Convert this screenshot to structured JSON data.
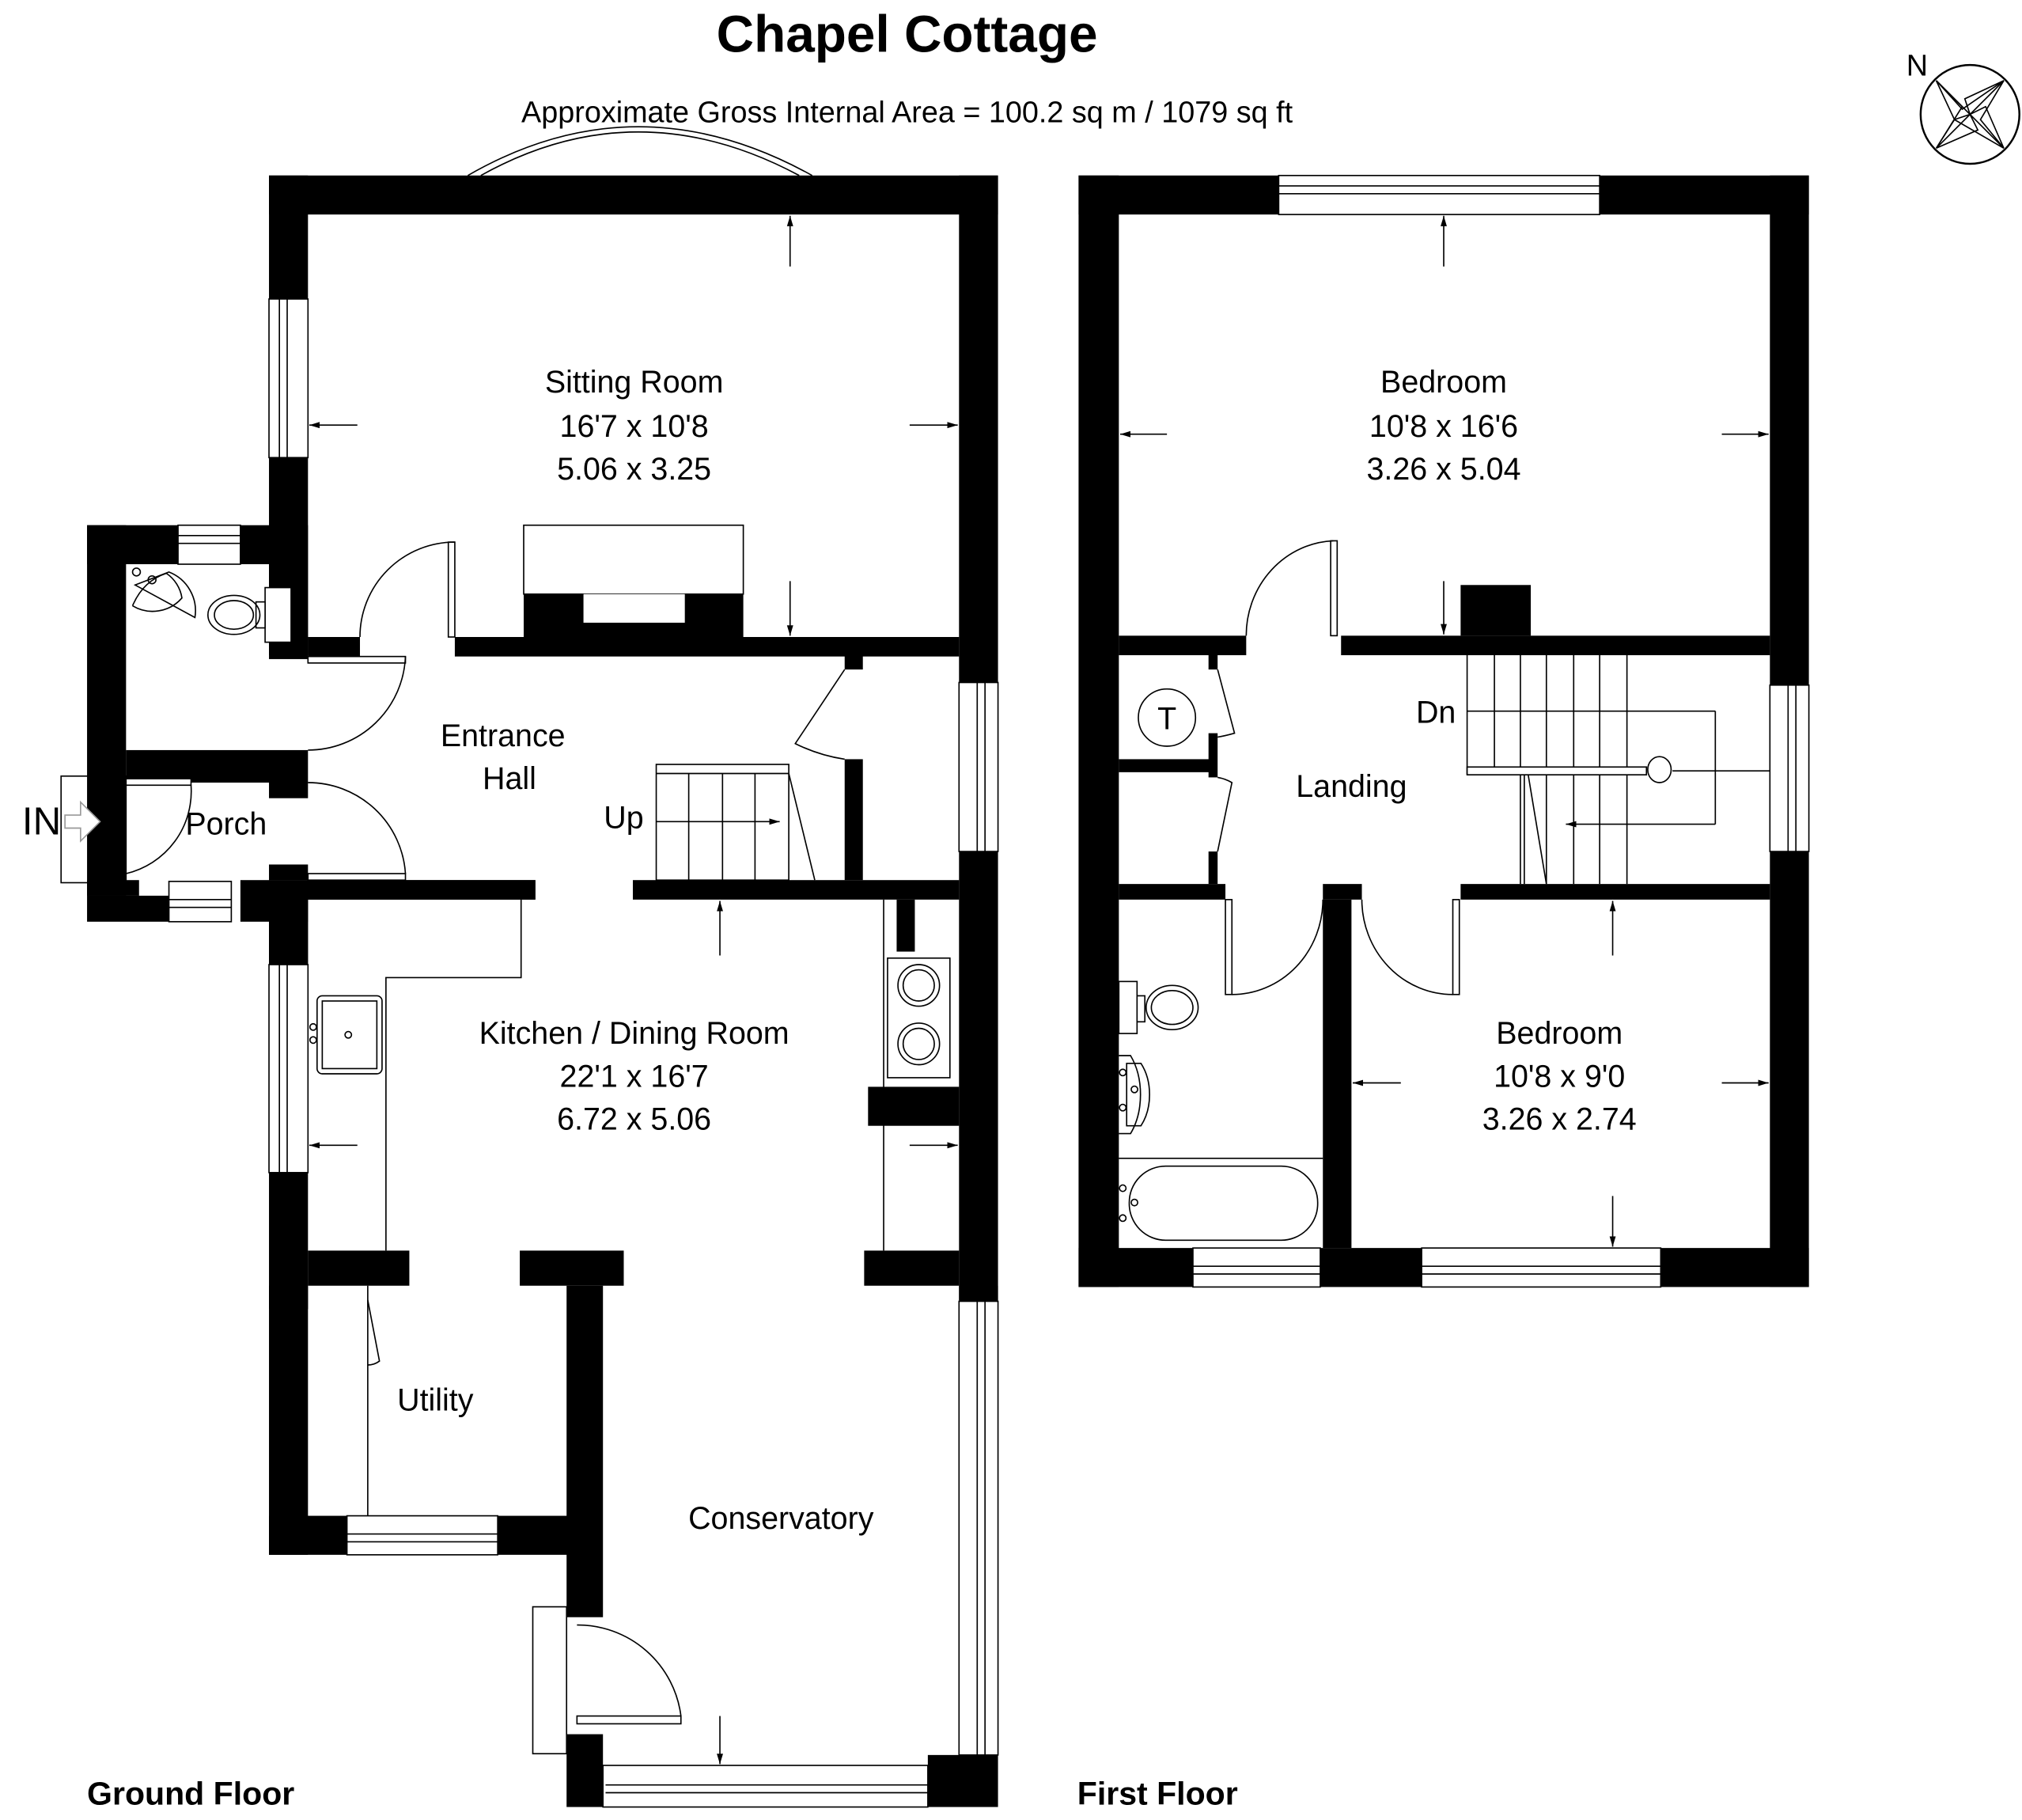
{
  "header": {
    "title": "Chapel Cottage",
    "area": "Approximate Gross Internal Area = 100.2 sq m / 1079 sq ft"
  },
  "compass": {
    "label": "N",
    "icon": "compass-rose-icon"
  },
  "entrance": {
    "label": "IN",
    "icon": "arrow-right-icon"
  },
  "floors": {
    "ground": {
      "label": "Ground Floor",
      "rooms": {
        "sitting": {
          "name": "Sitting Room",
          "imperial": "16'7 x 10'8",
          "metric": "5.06 x 3.25"
        },
        "hall": {
          "name_line1": "Entrance",
          "name_line2": "Hall"
        },
        "porch": {
          "name": "Porch"
        },
        "kitchen": {
          "name": "Kitchen / Dining Room",
          "imperial": "22'1 x 16'7",
          "metric": "6.72 x 5.06"
        },
        "utility": {
          "name": "Utility"
        },
        "conservatory": {
          "name": "Conservatory"
        }
      },
      "stairs_label": "Up"
    },
    "first": {
      "label": "First Floor",
      "rooms": {
        "bedroom1": {
          "name": "Bedroom",
          "imperial": "10'8 x 16'6",
          "metric": "3.26 x 5.04"
        },
        "landing": {
          "name": "Landing"
        },
        "bedroom2": {
          "name": "Bedroom",
          "imperial": "10'8 x 9'0",
          "metric": "3.26 x 2.74"
        }
      },
      "stairs_label": "Dn",
      "cylinder_label": "T"
    }
  },
  "colors": {
    "wall": "#000000",
    "background": "#ffffff"
  }
}
